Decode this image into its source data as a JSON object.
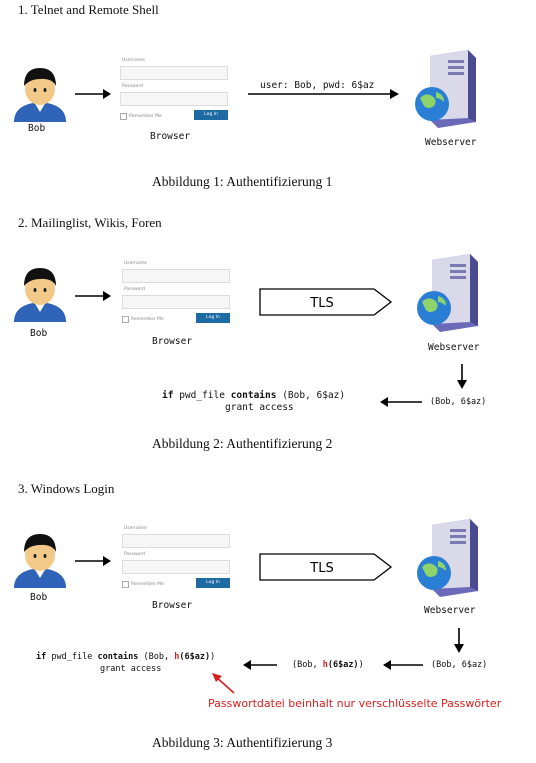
{
  "sections": [
    {
      "heading": "1.  Telnet and Remote Shell",
      "caption": "Abbildung 1: Authentifizierung 1",
      "user_label": "Bob",
      "browser_label": "Browser",
      "server_label": "Webserver",
      "message": "user: Bob, pwd: 6$az"
    },
    {
      "heading": "2.  Mailinglist, Wikis, Foren",
      "caption": "Abbildung 2: Authentifizierung 2",
      "user_label": "Bob",
      "browser_label": "Browser",
      "server_label": "Webserver",
      "tunnel": "TLS",
      "check_if": "if",
      "check_file": "pwd_file",
      "check_contains": "contains",
      "check_args": "(Bob, 6$az)",
      "check_grant": "grant access",
      "credentials": "(Bob, 6$az)"
    },
    {
      "heading": "3.  Windows Login",
      "caption": "Abbildung 3: Authentifizierung 3",
      "user_label": "Bob",
      "browser_label": "Browser",
      "server_label": "Webserver",
      "tunnel": "TLS",
      "check_if": "if",
      "check_file": "pwd_file",
      "check_contains": "contains",
      "check_args_open": "(Bob, ",
      "check_hash_fn": "h",
      "check_hash_arg": "(6$az)",
      "check_args_close": ")",
      "check_grant": "grant access",
      "hashed_open": "(Bob, ",
      "hashed_fn": "h",
      "hashed_arg": "(6$az)",
      "hashed_close": ")",
      "credentials": "(Bob, 6$az)",
      "annotation": "Passwortdatei beinhalt nur verschlüsselte Passwörter"
    }
  ],
  "login_form": {
    "username_label": "Username",
    "password_label": "Password",
    "remember_label": "Remember Me",
    "login_button": "Log In"
  },
  "colors": {
    "accent": "#d62020",
    "login_button": "#1e6aa3"
  }
}
